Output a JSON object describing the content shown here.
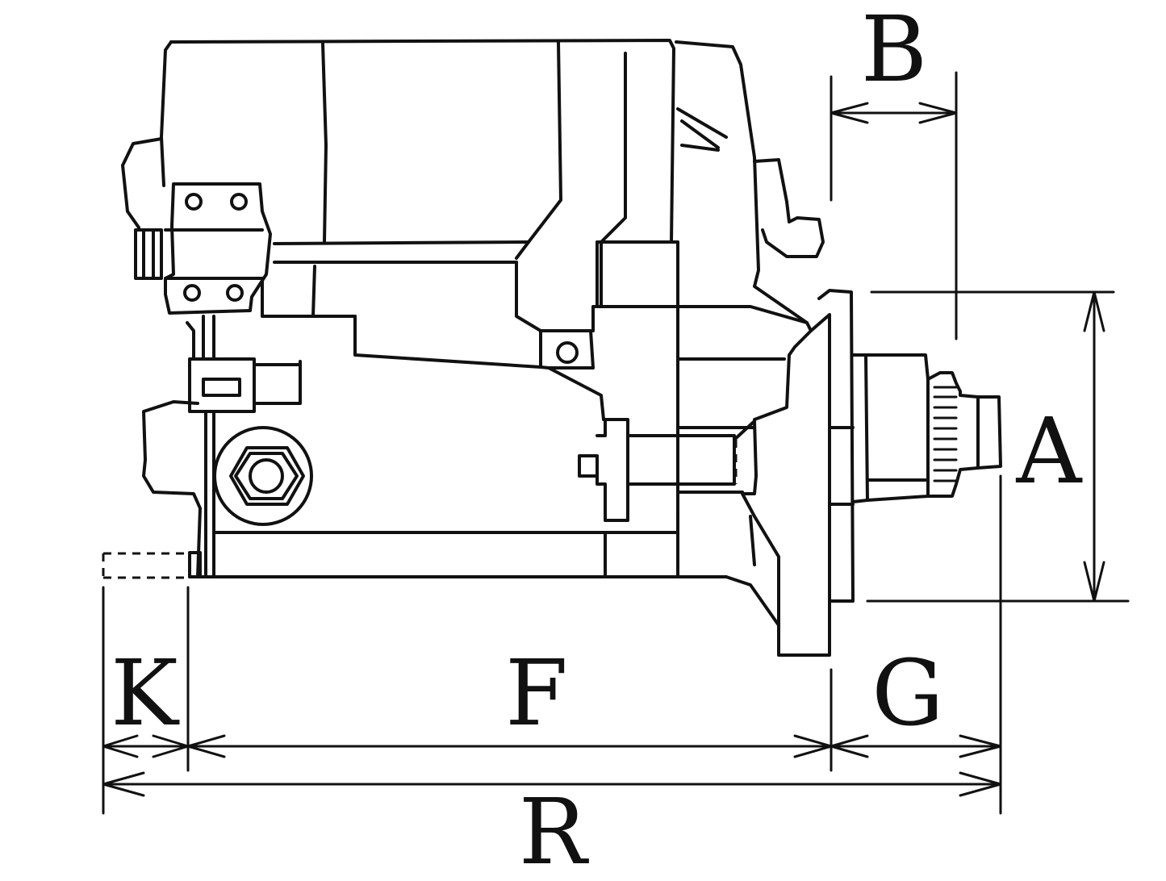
{
  "figure": {
    "kind": "starter-motor dimension drawing"
  },
  "labels": {
    "A": "A",
    "B": "B",
    "F": "F",
    "G": "G",
    "K": "K",
    "R": "R"
  },
  "colors": {
    "stroke": "#111111",
    "background": "#ffffff"
  }
}
